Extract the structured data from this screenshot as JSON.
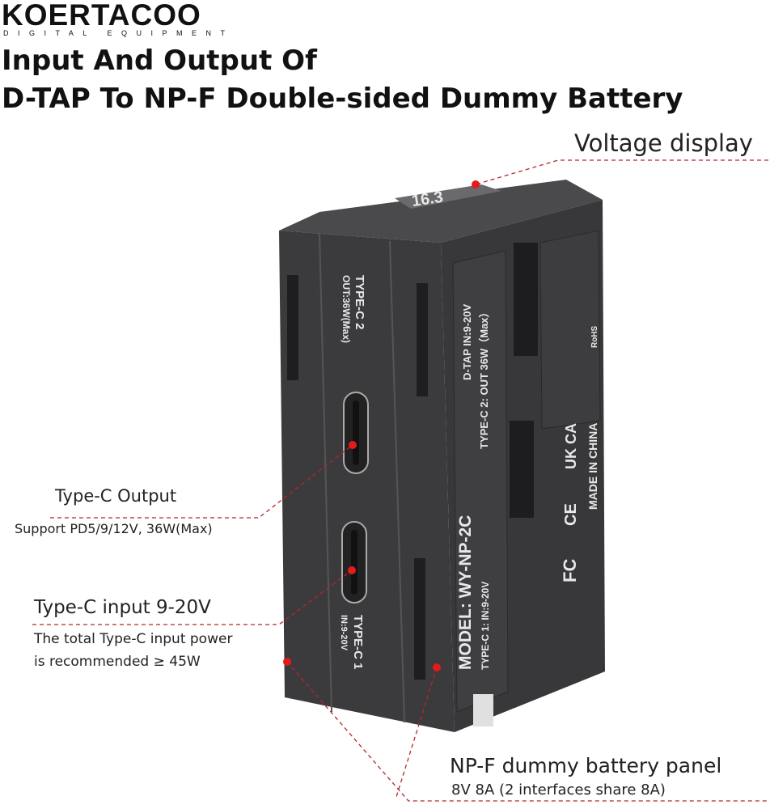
{
  "brand": {
    "name": "KOERTACOO",
    "tagline": "DIGITAL EQUIPMENT"
  },
  "title": {
    "line1": "Input And Output Of",
    "line2": "D-TAP To NP-F Double-sided Dummy Battery"
  },
  "callouts": {
    "voltage_display": "Voltage display",
    "typec_output": {
      "title": "Type-C Output",
      "detail": "Support PD5/9/12V, 36W(Max)"
    },
    "typec_input": {
      "title": "Type-C input 9-20V",
      "detail1": "The total Type-C input power",
      "detail2": "is recommended ≥ 45W"
    },
    "npf_panel": {
      "title": "NP-F dummy battery panel",
      "detail": "8V 8A (2 interfaces share 8A)"
    }
  },
  "device": {
    "display_value": "16.3",
    "side_labels": {
      "typec2": "TYPE-C 2",
      "typec2_spec": "OUT:36W(Max)",
      "typec1": "TYPE-C 1",
      "typec1_spec": "IN:9-20V"
    },
    "front_labels": {
      "model": "MODEL: WY-NP-2C",
      "typec1_in": "TYPE-C 1: IN:9-20V",
      "dtap_in": "D-TAP IN:9-20V",
      "typec2_out": "TYPE-C 2: OUT 36W（Max）",
      "rohs": "RoHS",
      "ukca": "UK CA",
      "ce": "CE",
      "fc": "FC",
      "made_in": "MADE IN CHINA"
    }
  },
  "colors": {
    "accent": "#e31b1b",
    "callout_line": "#b5262b",
    "body": "#3a3a3c"
  }
}
